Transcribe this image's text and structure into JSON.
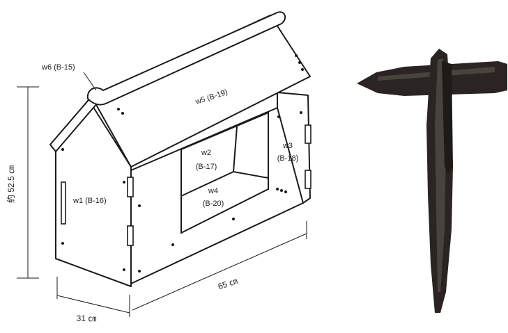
{
  "labels": {
    "w1": "w1 (B-16)",
    "w2_line1": "w2",
    "w2_line2": "(B-17)",
    "w3_line1": "w3",
    "w3_line2": "(B-18)",
    "w4_line1": "w4",
    "w4_line2": "(B-20)",
    "w5": "w5 (B-19)",
    "w6": "w6 (B-15)"
  },
  "dimensions": {
    "height": "約 52.5 ㎝",
    "length": "65 ㎝",
    "depth": "31 ㎝"
  },
  "colors": {
    "line": "#1a1a1a",
    "wood_dark": "#2a2522",
    "wood_mid": "#4a423c",
    "background": "#ffffff"
  }
}
